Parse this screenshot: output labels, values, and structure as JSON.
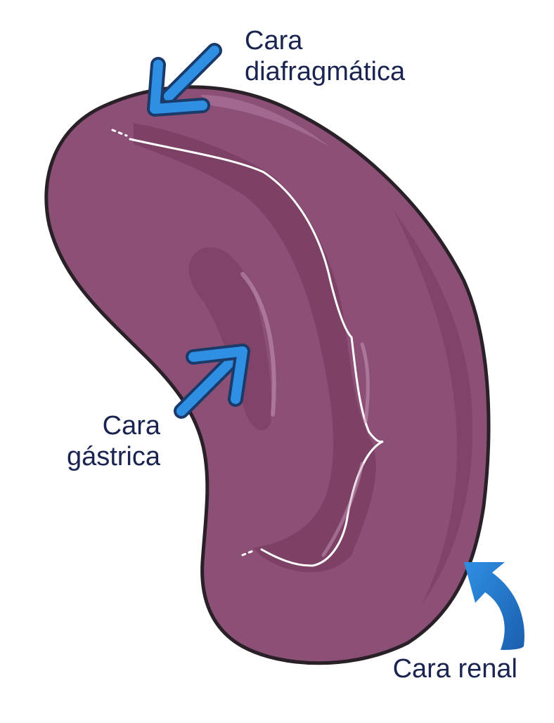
{
  "labels": {
    "diafragmatica": {
      "line1": "Cara",
      "line2": "diafragmática"
    },
    "gastrica": {
      "line1": "Cara",
      "line2": "gástrica"
    },
    "renal": {
      "text": "Cara renal"
    }
  },
  "colors": {
    "organ": "#8c4f76",
    "organ_dark": "#7a3e64",
    "organ_groove": "#6e3358",
    "organ_outline": "#2a2028",
    "highlight": "#ffffff",
    "arrow": "#2f8fe3",
    "arrow_dark": "#1b5fae",
    "arrow_outline": "#1a3a6a",
    "text": "#1b2450"
  },
  "icons": {
    "organ": "spleen-illustration",
    "arrow_top": "arrow-down-left-icon",
    "arrow_middle": "arrow-up-right-icon",
    "arrow_bottom": "curved-arrow-icon"
  }
}
